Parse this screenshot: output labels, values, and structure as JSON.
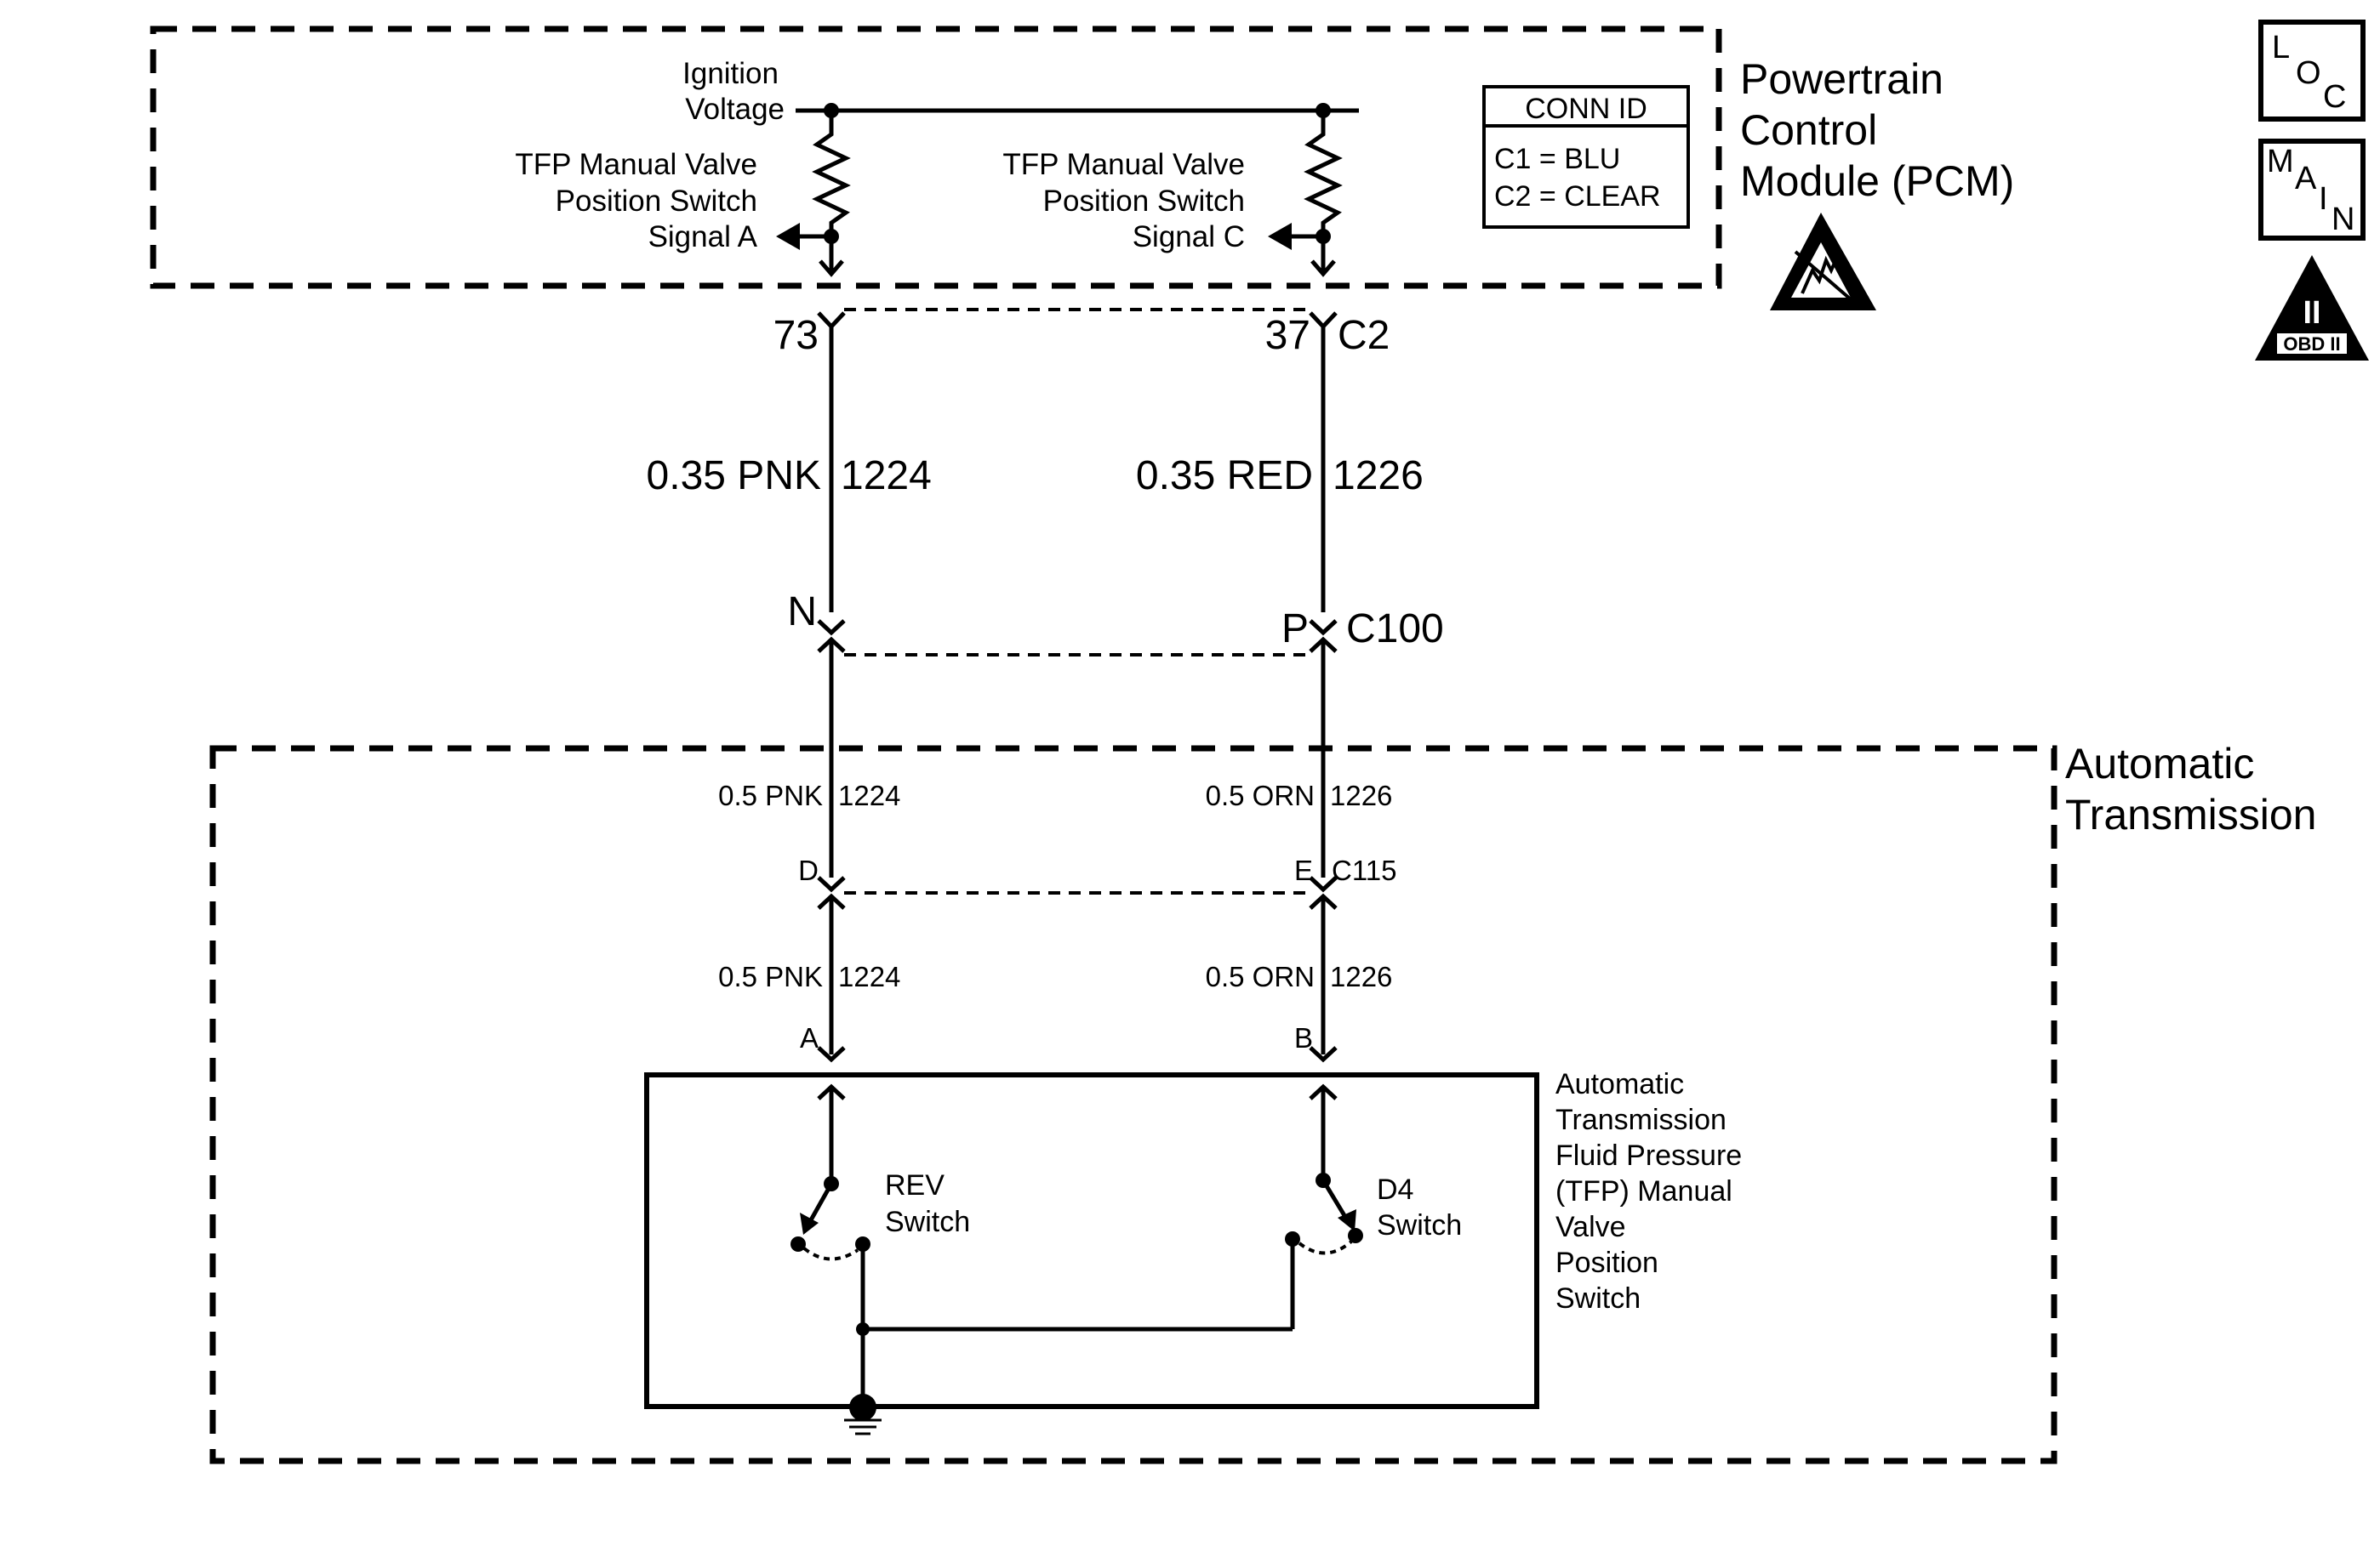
{
  "pcm": {
    "name_line1": "Powertrain",
    "name_line2": "Control",
    "name_line3": "Module (PCM)",
    "ignition_line1": "Ignition",
    "ignition_line2": "Voltage",
    "signal_a_line1": "TFP Manual Valve",
    "signal_a_line2": "Position Switch",
    "signal_a_line3": "Signal A",
    "signal_c_line1": "TFP Manual Valve",
    "signal_c_line2": "Position Switch",
    "signal_c_line3": "Signal C"
  },
  "conn_id": {
    "title": "CONN ID",
    "row1": "C1 = BLU",
    "row2": "C2 = CLEAR"
  },
  "pcm_connector": {
    "pin_left": "73",
    "pin_right": "37",
    "id": "C2"
  },
  "upper_wires": {
    "left_color": "0.35 PNK",
    "left_circuit": "1224",
    "right_color": "0.35 RED",
    "right_circuit": "1226"
  },
  "c100": {
    "pin_left": "N",
    "pin_right": "P",
    "id": "C100"
  },
  "transmission": {
    "name_line1": "Automatic",
    "name_line2": "Transmission"
  },
  "mid_wires": {
    "left_color": "0.5 PNK",
    "left_circuit": "1224",
    "right_color": "0.5 ORN",
    "right_circuit": "1226"
  },
  "c115": {
    "pin_left": "D",
    "pin_right": "E",
    "id": "C115"
  },
  "lower_wires": {
    "left_color": "0.5 PNK",
    "left_circuit": "1224",
    "right_color": "0.5 ORN",
    "right_circuit": "1226"
  },
  "switch_connector": {
    "pin_left": "A",
    "pin_right": "B"
  },
  "switch_assembly": {
    "line1": "Automatic",
    "line2": "Transmission",
    "line3": "Fluid Pressure",
    "line4": "(TFP) Manual",
    "line5": "Valve",
    "line6": "Position",
    "line7": "Switch",
    "rev_line1": "REV",
    "rev_line2": "Switch",
    "d4_line1": "D4",
    "d4_line2": "Switch"
  },
  "icons": {
    "loc_l": "L",
    "loc_o": "O",
    "loc_c": "C",
    "main_m": "M",
    "main_a": "A",
    "main_i": "I",
    "main_n": "N",
    "obd_numeral": "II",
    "obd_label": "OBD II"
  }
}
